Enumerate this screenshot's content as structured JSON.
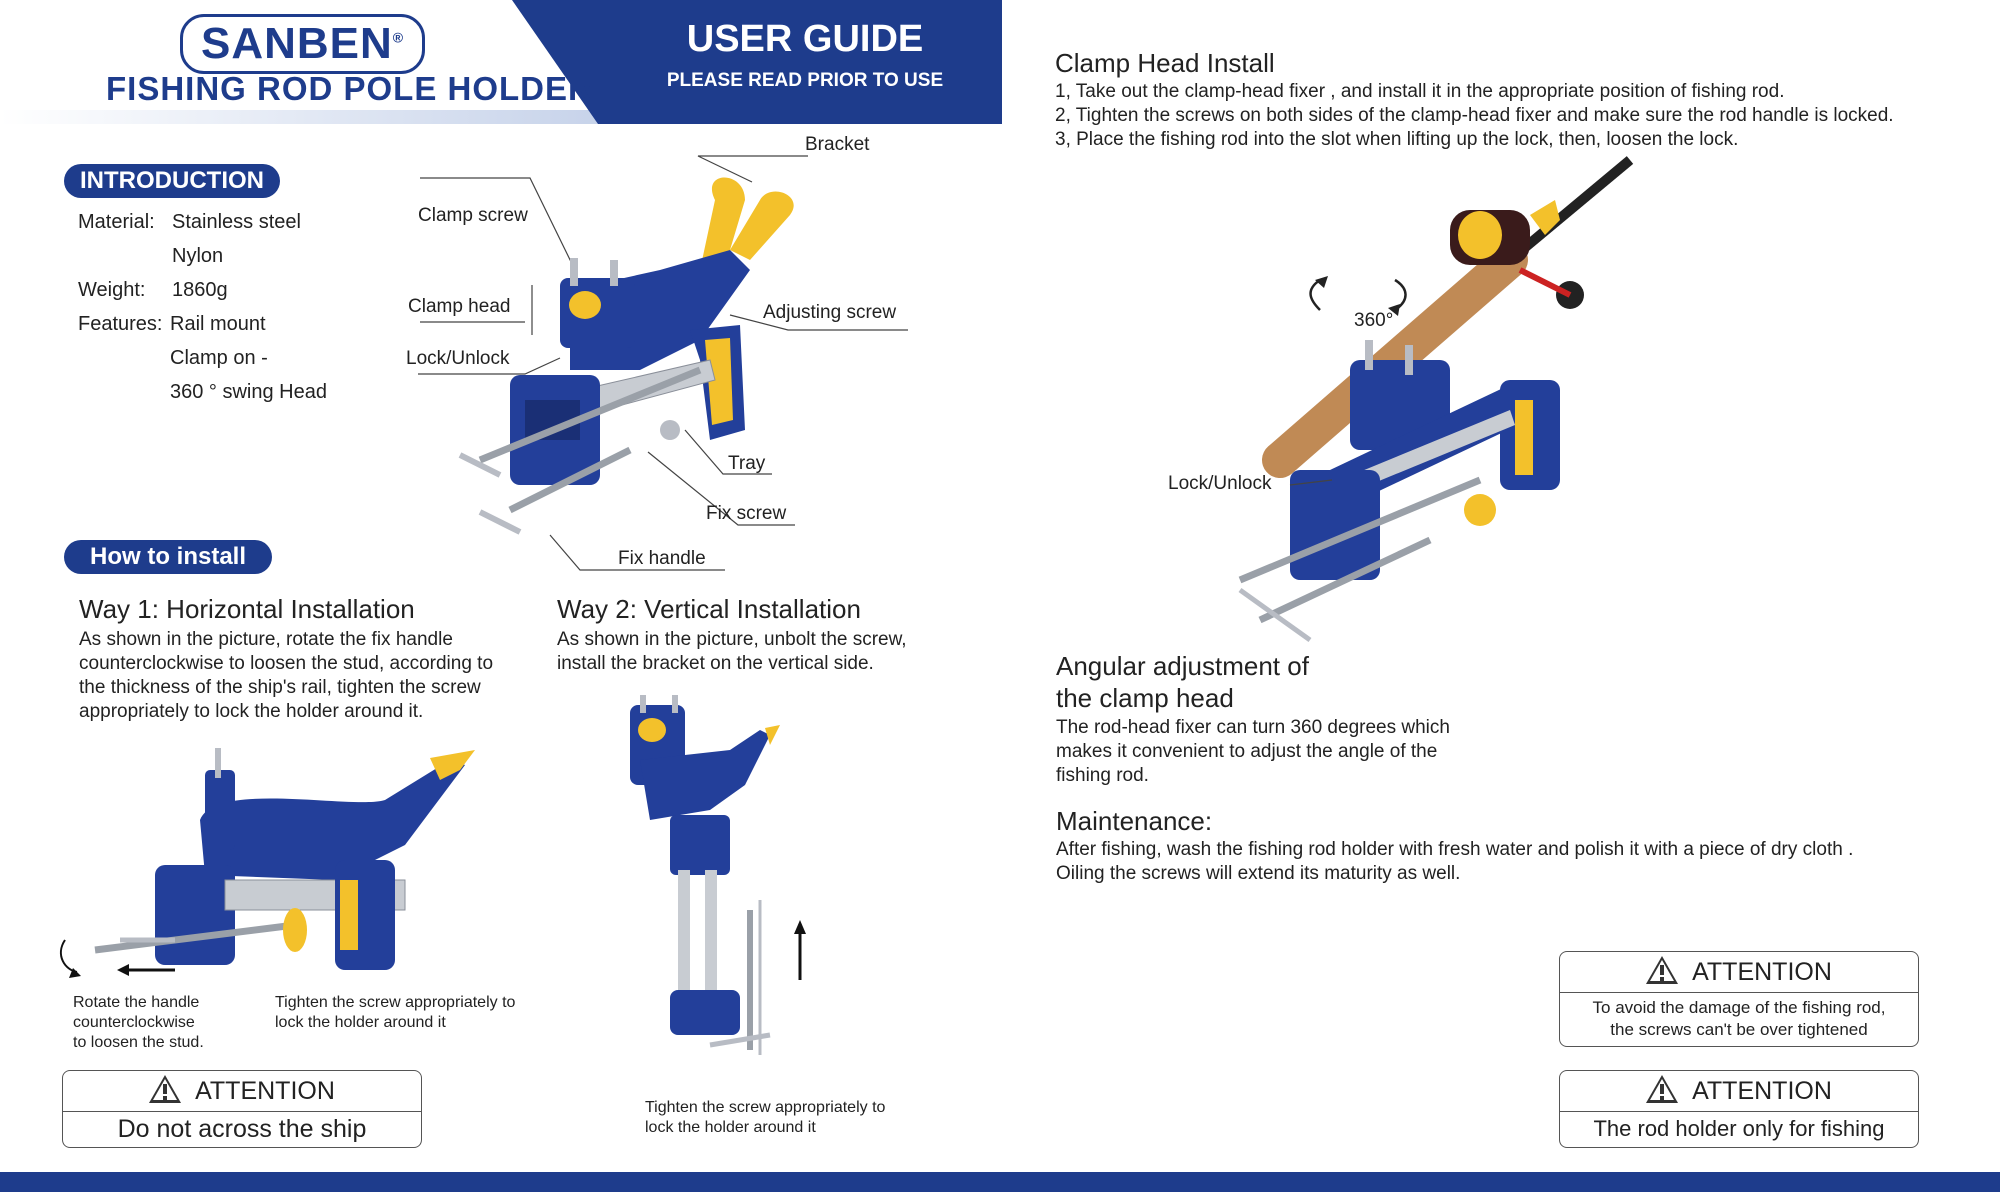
{
  "header": {
    "brand": "SANBEN",
    "brand_mark": "®",
    "product": "FISHING ROD POLE HOLDER",
    "guide_title": "USER GUIDE",
    "guide_subtitle": "PLEASE READ PRIOR TO USE"
  },
  "introduction": {
    "heading": "INTRODUCTION",
    "material_label": "Material:",
    "material_1": "Stainless steel",
    "material_2": "Nylon",
    "weight_label": "Weight:",
    "weight": "1860g",
    "features_label": "Features:",
    "feature_1": "Rail mount",
    "feature_2": "Clamp on -",
    "feature_3": "360 ° swing Head"
  },
  "diagram_labels": {
    "bracket": "Bracket",
    "clamp_screw": "Clamp screw",
    "clamp_head": "Clamp head",
    "adjusting_screw": "Adjusting  screw",
    "lock_unlock": "Lock/Unlock",
    "tray": "Tray",
    "fix_screw": "Fix  screw",
    "fix_handle": "Fix  handle"
  },
  "install": {
    "heading": "How to install",
    "way1_title": "Way 1: Horizontal Installation",
    "way1_l1": "As shown in the picture, rotate the fix handle",
    "way1_l2": "counterclockwise to loosen the stud, according to",
    "way1_l3": "the thickness of the ship's rail, tighten the screw",
    "way1_l4": "appropriately to lock the holder around it.",
    "way2_title": "Way 2: Vertical Installation",
    "way2_l1": "As shown in the picture, unbolt the screw,",
    "way2_l2": "install the bracket on the vertical side.",
    "cap_rotate_1": "Rotate the handle",
    "cap_rotate_2": "counterclockwise",
    "cap_rotate_3": "to loosen the stud.",
    "cap_tighten_1": "Tighten the screw appropriately to",
    "cap_tighten_2": "lock the holder around it",
    "cap_vert_1": "Tighten the screw appropriately to",
    "cap_vert_2": "lock the holder around it"
  },
  "clamp_install": {
    "title": "Clamp Head Install",
    "step1": "1, Take out the clamp-head fixer , and install it in the appropriate position of fishing rod.",
    "step2": "2, Tighten the screws on both sides of the clamp-head fixer and make sure the rod handle is locked.",
    "step3": "3, Place the fishing rod into the slot when lifting up the lock, then, loosen the lock.",
    "rotate_label": "360°",
    "lock_label": "Lock/Unlock"
  },
  "angular": {
    "title_1": "Angular adjustment of",
    "title_2": "the clamp head",
    "l1": "The rod-head fixer can turn 360 degrees which",
    "l2": "makes it convenient to adjust the angle of the",
    "l3": "fishing rod."
  },
  "maintenance": {
    "title": "Maintenance:",
    "l1": "After fishing, wash the fishing rod holder with fresh water and polish it with a piece of dry cloth .",
    "l2": "Oiling the screws will extend its maturity as well."
  },
  "attention": [
    {
      "head": "ATTENTION",
      "msg": "Do not across the ship"
    },
    {
      "head": "ATTENTION",
      "msg_1": "To avoid the damage of the fishing rod,",
      "msg_2": "the screws can't be over tightened"
    },
    {
      "head": "ATTENTION",
      "msg": "The rod holder only for fishing"
    }
  ],
  "colors": {
    "brand_blue": "#1e3c8c",
    "accent_yellow": "#f3c12b",
    "steel": "#c8ccd2"
  }
}
